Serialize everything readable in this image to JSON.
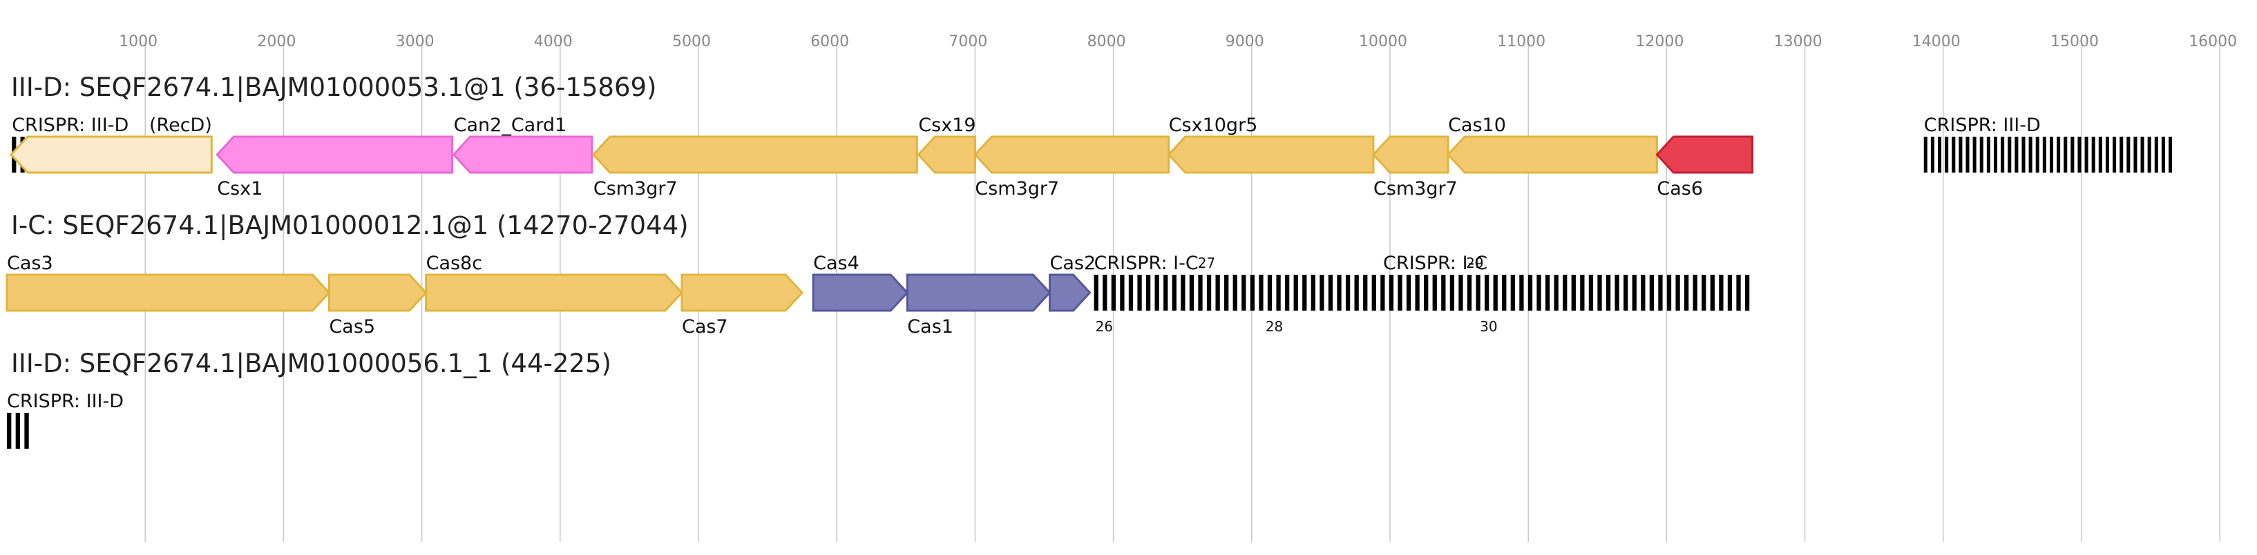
{
  "axis": {
    "ticks": [
      1000,
      2000,
      3000,
      4000,
      5000,
      6000,
      7000,
      8000,
      9000,
      10000,
      11000,
      12000,
      13000,
      14000,
      15000,
      16000
    ]
  },
  "colors": {
    "grid": "#c8c8c8",
    "tick_label": "#888888",
    "title": "#222222",
    "label": "#111111",
    "repeat": "#000000",
    "yellow_fill": "#f2c96e",
    "yellow_stroke": "#e0b53f",
    "pale_fill": "#fbeacb",
    "pink_fill": "#ff8ee8",
    "pink_stroke": "#e86ad0",
    "blue_fill": "#7b7bb8",
    "blue_stroke": "#55589a",
    "red_fill": "#e84050",
    "red_stroke": "#c21f33"
  },
  "tracks": [
    {
      "title": "III-D: SEQF2674.1|BAJM01000053.1@1 (36-15869)",
      "features": [
        {
          "kind": "repeat",
          "start": 36,
          "end": 530,
          "units": 8,
          "label": "CRISPR: III-D",
          "label_pos": "above"
        },
        {
          "kind": "gene",
          "start": 30,
          "end": 1480,
          "strand": -1,
          "color": "pale",
          "label": "(RecD)",
          "label_pos": "above"
        },
        {
          "kind": "gene",
          "start": 1520,
          "end": 3220,
          "strand": -1,
          "color": "pink",
          "label": "Csx1",
          "label_pos": "below"
        },
        {
          "kind": "gene",
          "start": 3230,
          "end": 4230,
          "strand": -1,
          "color": "pink",
          "label": "Can2_Card1",
          "label_pos": "above"
        },
        {
          "kind": "gene",
          "start": 4240,
          "end": 6580,
          "strand": -1,
          "color": "yellow",
          "label": "Csm3gr7",
          "label_pos": "below"
        },
        {
          "kind": "gene",
          "start": 6590,
          "end": 7000,
          "strand": -1,
          "color": "yellow",
          "label": "Csx19",
          "label_pos": "above"
        },
        {
          "kind": "gene",
          "start": 7000,
          "end": 8400,
          "strand": -1,
          "color": "yellow",
          "label": "Csm3gr7",
          "label_pos": "below"
        },
        {
          "kind": "gene",
          "start": 8400,
          "end": 9880,
          "strand": -1,
          "color": "yellow",
          "label": "Csx10gr5",
          "label_pos": "above"
        },
        {
          "kind": "gene",
          "start": 9880,
          "end": 10420,
          "strand": -1,
          "color": "yellow",
          "label": "Csm3gr7",
          "label_pos": "below"
        },
        {
          "kind": "gene",
          "start": 10420,
          "end": 11930,
          "strand": -1,
          "color": "yellow",
          "label": "Cas10",
          "label_pos": "above"
        },
        {
          "kind": "gene",
          "start": 11930,
          "end": 12620,
          "strand": -1,
          "color": "red",
          "label": "Cas6",
          "label_pos": "below"
        },
        {
          "kind": "repeat",
          "start": 13860,
          "end": 15680,
          "units": 36,
          "label": "CRISPR: III-D",
          "label_pos": "above"
        }
      ]
    },
    {
      "title": "I-C: SEQF2674.1|BAJM01000012.1@1 (14270-27044)",
      "features": [
        {
          "kind": "gene",
          "start": 0,
          "end": 2330,
          "strand": 1,
          "color": "yellow",
          "label": "Cas3",
          "label_pos": "above"
        },
        {
          "kind": "gene",
          "start": 2330,
          "end": 3030,
          "strand": 1,
          "color": "yellow",
          "label": "Cas5",
          "label_pos": "below"
        },
        {
          "kind": "gene",
          "start": 3030,
          "end": 4880,
          "strand": 1,
          "color": "yellow",
          "label": "Cas8c",
          "label_pos": "above"
        },
        {
          "kind": "gene",
          "start": 4880,
          "end": 5750,
          "strand": 1,
          "color": "yellow",
          "label": "Cas7",
          "label_pos": "below"
        },
        {
          "kind": "gene",
          "start": 5830,
          "end": 6510,
          "strand": 1,
          "color": "blue",
          "label": "Cas4",
          "label_pos": "above"
        },
        {
          "kind": "gene",
          "start": 6510,
          "end": 7540,
          "strand": 1,
          "color": "blue",
          "label": "Cas1",
          "label_pos": "below"
        },
        {
          "kind": "gene",
          "start": 7540,
          "end": 7830,
          "strand": 1,
          "color": "blue",
          "label": "Cas2",
          "label_pos": "above"
        },
        {
          "kind": "repeat",
          "start": 7860,
          "end": 12630,
          "units": 76,
          "label": "CRISPR: I-C",
          "label_pos": "above"
        },
        {
          "kind": "text",
          "pos": 7870,
          "label": "26",
          "label_pos": "below_small"
        },
        {
          "kind": "text",
          "pos": 9100,
          "label": "28",
          "label_pos": "below_small"
        },
        {
          "kind": "text",
          "pos": 10650,
          "label": "30",
          "label_pos": "below_small"
        },
        {
          "kind": "text",
          "pos": 8610,
          "label": "27",
          "label_pos": "above_small"
        },
        {
          "kind": "text",
          "pos": 10550,
          "label": "29",
          "label_pos": "above_small"
        },
        {
          "kind": "text",
          "pos": 9950,
          "label": "CRISPR: I-C",
          "label_pos": "above"
        }
      ]
    },
    {
      "title": "III-D: SEQF2674.1|BAJM01000056.1_1 (44-225)",
      "features": [
        {
          "kind": "repeat",
          "start": 0,
          "end": 190,
          "units": 3,
          "label": "CRISPR: III-D",
          "label_pos": "above"
        }
      ]
    }
  ]
}
